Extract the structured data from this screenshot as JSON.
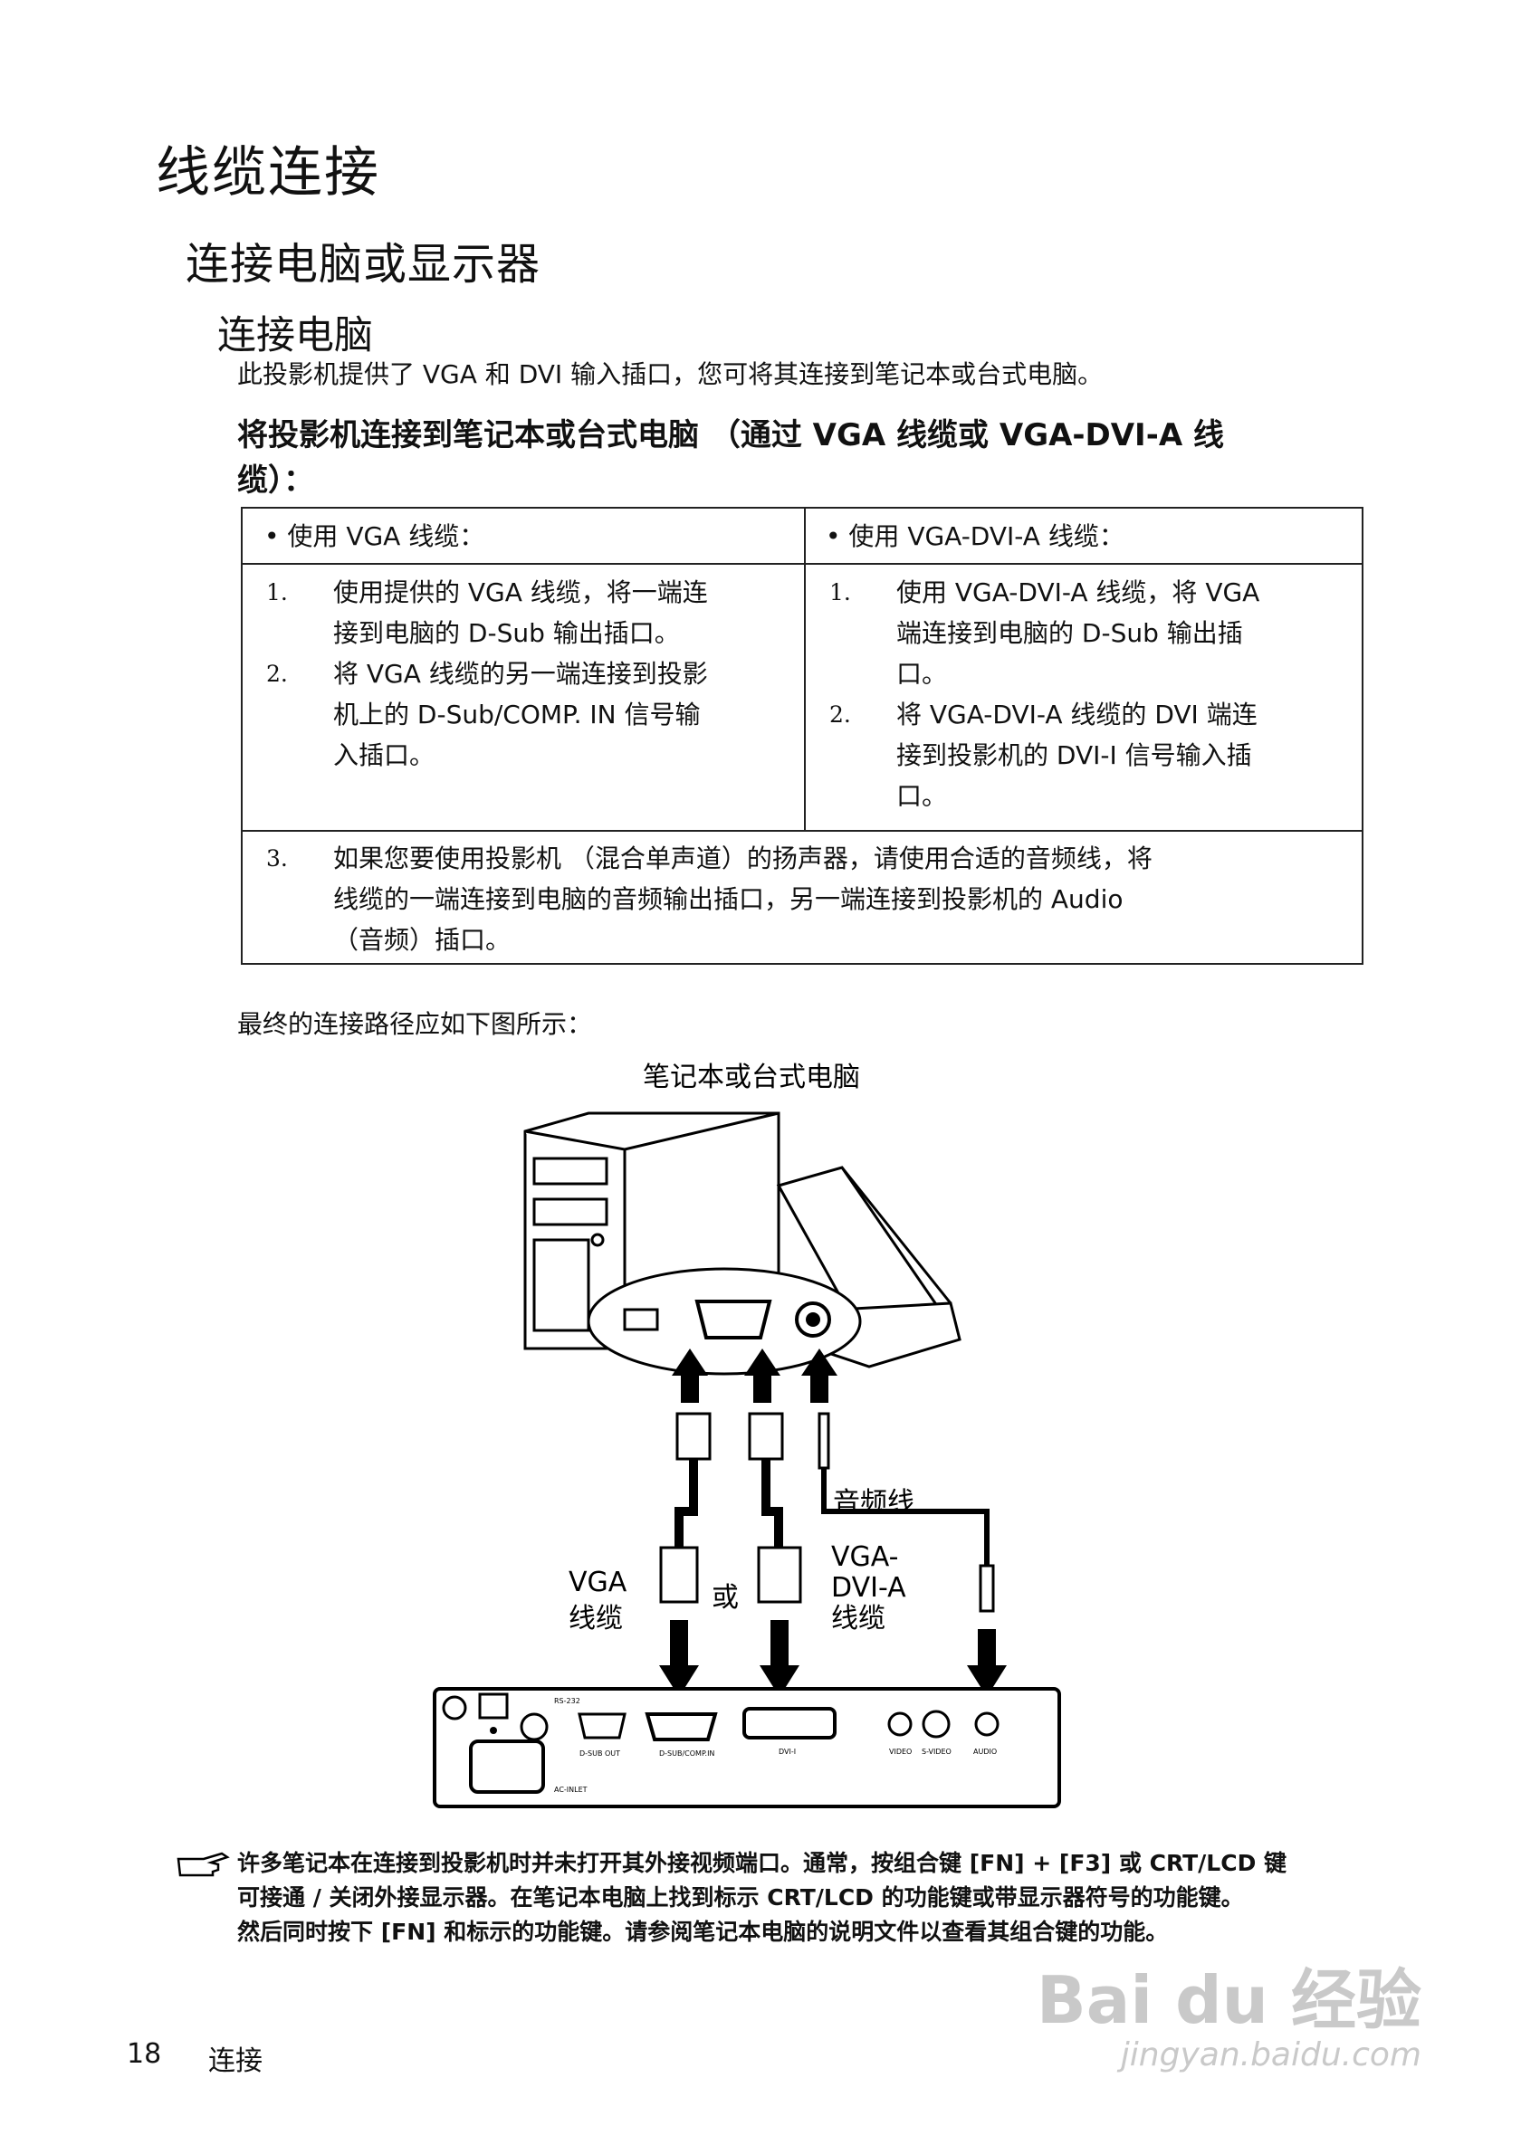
{
  "title": "线缆连接",
  "section": "连接电脑或显示器",
  "subsection": "连接电脑",
  "intro": "此投影机提供了 VGA 和 DVI 输入插口，您可将其连接到笔记本或台式电脑。",
  "bold_title_line1": "将投影机连接到笔记本或台式电脑 （通过 VGA 线缆或 VGA-DVI-A 线",
  "bold_title_line2": "缆）：",
  "table": {
    "left_header": "•   使用 VGA 线缆：",
    "right_header": "•   使用 VGA-DVI-A 线缆：",
    "left_steps": [
      {
        "num": "1.",
        "text_lines": [
          "使用提供的 VGA 线缆，将一端连",
          "接到电脑的 D-Sub 输出插口。"
        ]
      },
      {
        "num": "2.",
        "text_lines": [
          "将 VGA 线缆的另一端连接到投影",
          "机上的 D-Sub/COMP. IN 信号输",
          "入插口。"
        ]
      }
    ],
    "right_steps": [
      {
        "num": "1.",
        "text_lines": [
          "使用 VGA-DVI-A 线缆，将 VGA",
          "端连接到电脑的 D-Sub 输出插",
          "口。"
        ]
      },
      {
        "num": "2.",
        "text_lines": [
          "将 VGA-DVI-A 线缆的 DVI 端连",
          "接到投影机的 DVI-I 信号输入插",
          "口。"
        ]
      }
    ],
    "bottom_step": {
      "num": "3.",
      "text_lines": [
        "如果您要使用投影机 （混合单声道）的扬声器，请使用合适的音频线，将",
        "线缆的一端连接到电脑的音频输出插口，另一端连接到投影机的 Audio",
        "（音频）插口。"
      ]
    }
  },
  "final_text": "最终的连接路径应如下图所示：",
  "diagram": {
    "computer_label": "笔记本或台式电脑",
    "audio_cable_label": "音频线",
    "vga_label_1": "VGA",
    "vga_label_2": "线缆",
    "or_label": "或",
    "vgadvi_label_1": "VGA-",
    "vgadvi_label_2": "DVI-A",
    "vgadvi_label_3": "线缆",
    "ports": {
      "rs232": "RS-232",
      "dsub_out": "D-SUB OUT",
      "dsub_comp_in": "D-SUB/COMP.IN",
      "dvi_i": "DVI-I",
      "video": "VIDEO",
      "s_video": "S-VIDEO",
      "audio": "AUDIO",
      "ac_inlet": "AC-INLET"
    }
  },
  "note_lines": [
    "许多笔记本在连接到投影机时并未打开其外接视频端口。通常，按组合键 [FN] + [F3] 或 CRT/LCD 键",
    "可接通 / 关闭外接显示器。在笔记本电脑上找到标示 CRT/LCD 的功能键或带显示器符号的功能键。",
    "然后同时按下 [FN] 和标示的功能键。请参阅笔记本电脑的说明文件以查看其组合键的功能。"
  ],
  "footer": {
    "page_number": "18",
    "section_label": "连接"
  },
  "watermark": {
    "line1": "Bai du 经验",
    "line2": "jingyan.baidu.com"
  }
}
